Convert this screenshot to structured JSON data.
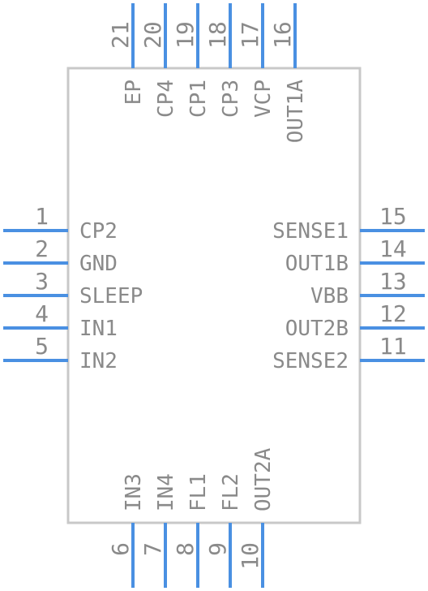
{
  "colors": {
    "body_outline": "#c8c8c8",
    "pin": "#4a90e2",
    "text": "#8a8a8a"
  },
  "pins": {
    "left": [
      {
        "number": "1",
        "name": "CP2"
      },
      {
        "number": "2",
        "name": "GND"
      },
      {
        "number": "3",
        "name": "SLEEP"
      },
      {
        "number": "4",
        "name": "IN1"
      },
      {
        "number": "5",
        "name": "IN2"
      }
    ],
    "bottom": [
      {
        "number": "6",
        "name": "IN3"
      },
      {
        "number": "7",
        "name": "IN4"
      },
      {
        "number": "8",
        "name": "FL1"
      },
      {
        "number": "9",
        "name": "FL2"
      },
      {
        "number": "10",
        "name": "OUT2A"
      }
    ],
    "right": [
      {
        "number": "11",
        "name": "SENSE2"
      },
      {
        "number": "12",
        "name": "OUT2B"
      },
      {
        "number": "13",
        "name": "VBB"
      },
      {
        "number": "14",
        "name": "OUT1B"
      },
      {
        "number": "15",
        "name": "SENSE1"
      }
    ],
    "top": [
      {
        "number": "16",
        "name": "OUT1A"
      },
      {
        "number": "17",
        "name": "VCP"
      },
      {
        "number": "18",
        "name": "CP3"
      },
      {
        "number": "19",
        "name": "CP1"
      },
      {
        "number": "20",
        "name": "CP4"
      },
      {
        "number": "21",
        "name": "EP"
      }
    ]
  }
}
